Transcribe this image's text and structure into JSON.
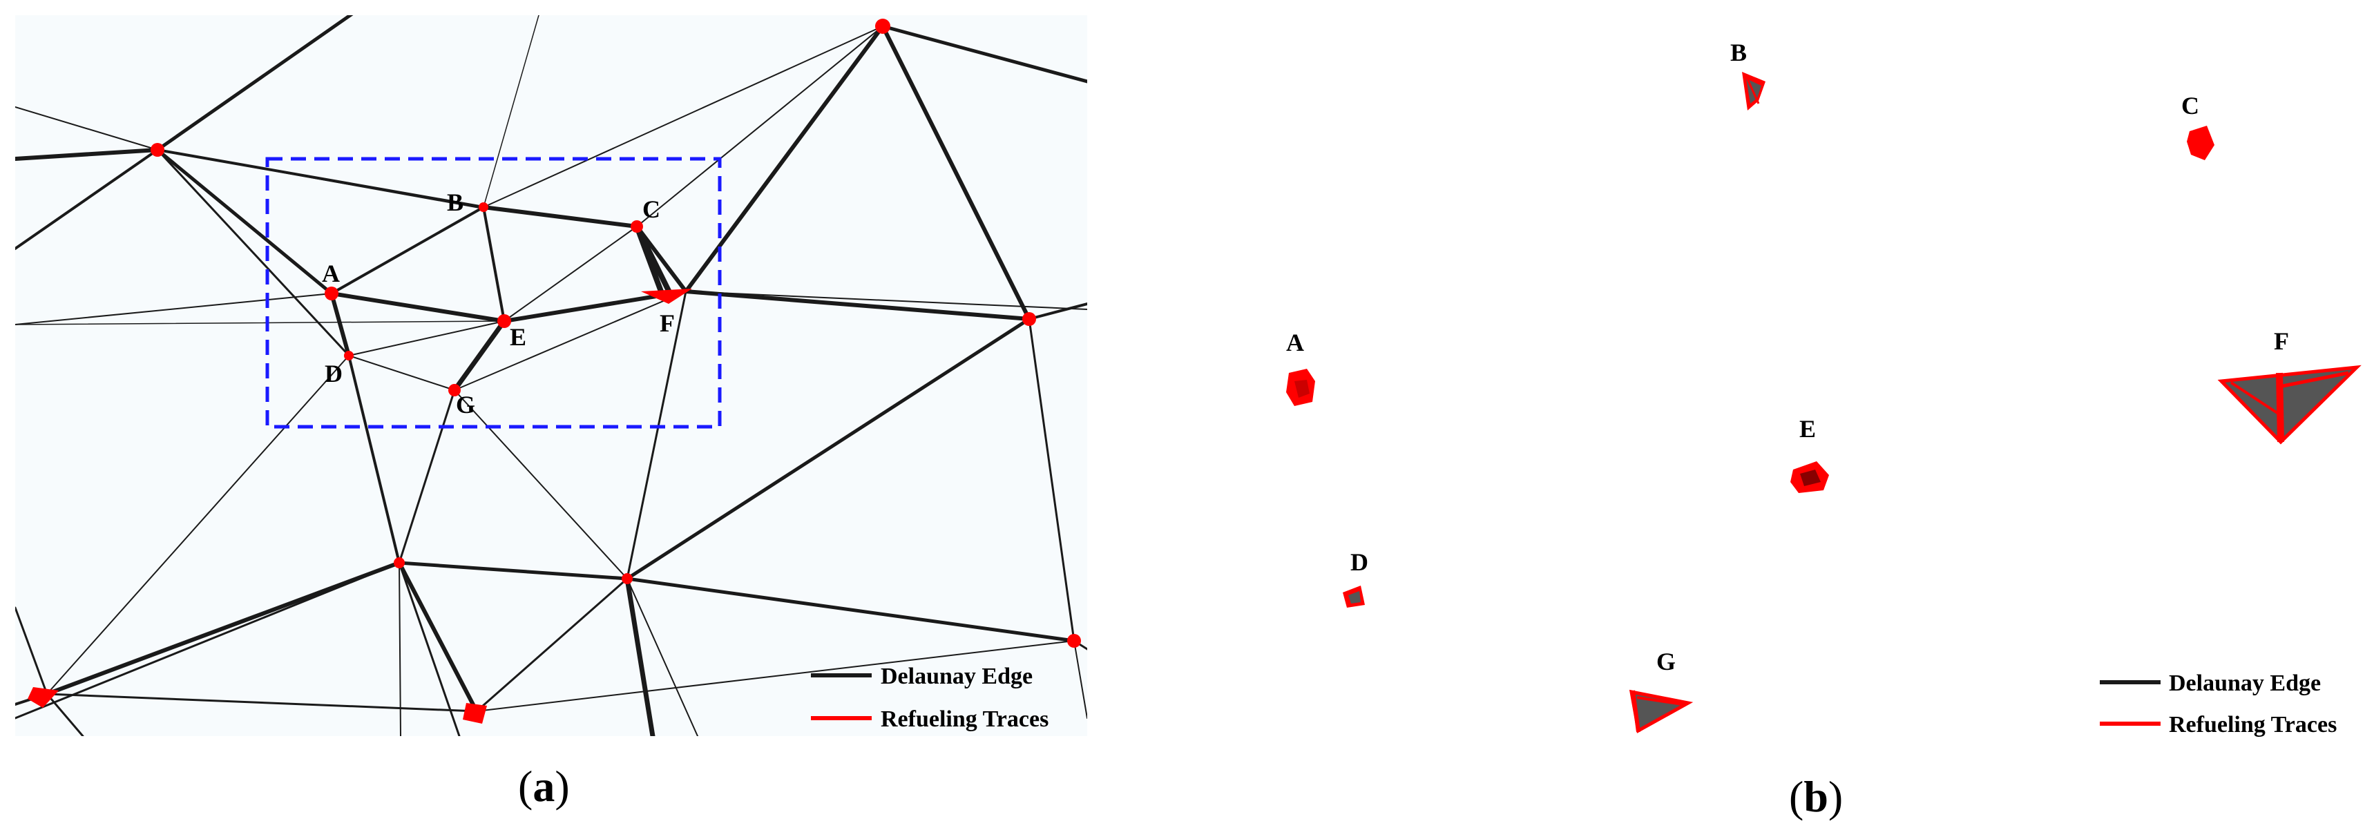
{
  "panel_a": {
    "caption_open": "(",
    "caption_letter": "a",
    "caption_close": ")",
    "node_labels": {
      "A": "A",
      "B": "B",
      "C": "C",
      "D": "D",
      "E": "E",
      "F": "F",
      "G": "G"
    },
    "legend": {
      "delaunay": "Delaunay Edge",
      "refueling": "Refueling Traces"
    }
  },
  "panel_b": {
    "caption_open": "(",
    "caption_letter": "b",
    "caption_close": ")",
    "node_labels": {
      "A": "A",
      "B": "B",
      "C": "C",
      "D": "D",
      "E": "E",
      "F": "F",
      "G": "G"
    },
    "legend": {
      "delaunay": "Delaunay Edge",
      "refueling": "Refueling Traces"
    }
  },
  "colors": {
    "edge": "#1a1a1a",
    "trace": "#ff0000",
    "selection_box": "#1a1aff",
    "background_a": "#f7fbfd"
  }
}
